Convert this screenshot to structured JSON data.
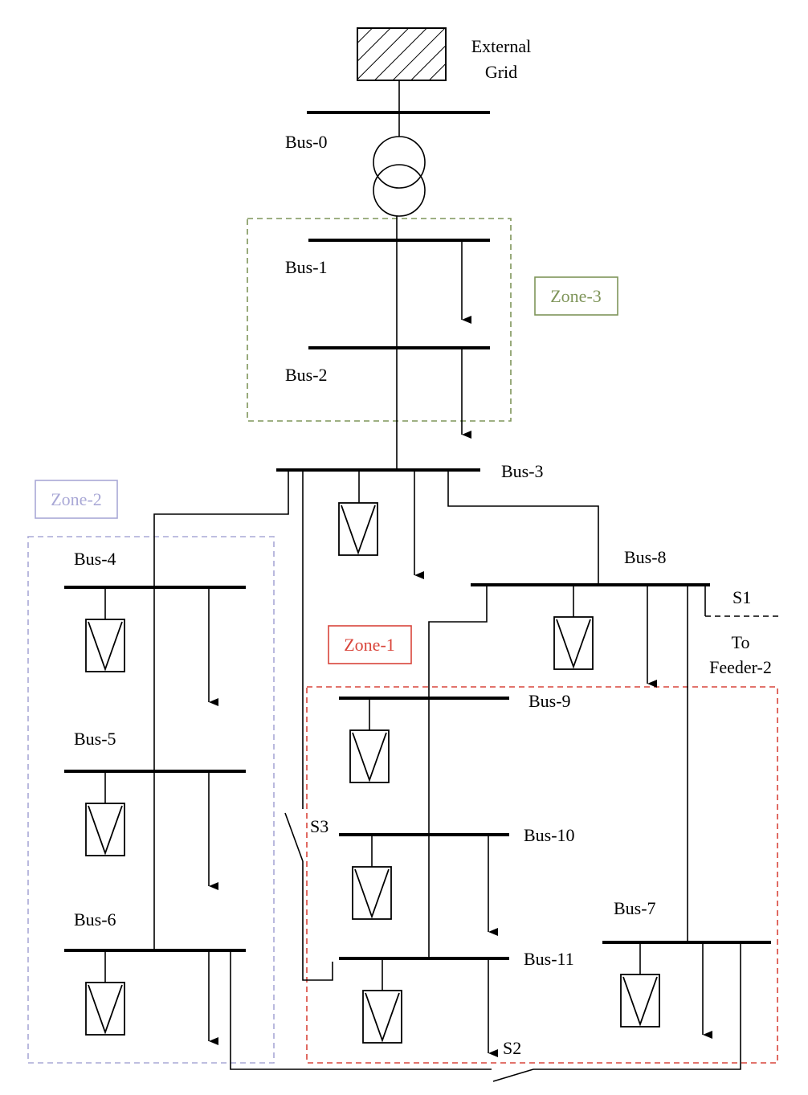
{
  "colors": {
    "zone1": "#d9453b",
    "zone2": "#a9a8d6",
    "zone3": "#7f955a",
    "line": "#000000"
  },
  "grid": {
    "line1": "External",
    "line2": "Grid",
    "icon": "hatched-box-icon"
  },
  "buses": {
    "b0": "Bus-0",
    "b1": "Bus-1",
    "b2": "Bus-2",
    "b3": "Bus-3",
    "b4": "Bus-4",
    "b5": "Bus-5",
    "b6": "Bus-6",
    "b7": "Bus-7",
    "b8": "Bus-8",
    "b9": "Bus-9",
    "b10": "Bus-10",
    "b11": "Bus-11"
  },
  "zones": {
    "z1": "Zone-1",
    "z2": "Zone-2",
    "z3": "Zone-3"
  },
  "switches": {
    "s1": "S1",
    "s2": "S2",
    "s3": "S3"
  },
  "feeder": {
    "line1": "To",
    "line2": "Feeder-2"
  },
  "icons": {
    "pv": "pv-panel-icon",
    "load": "load-arrow-icon",
    "transformer": "transformer-icon"
  }
}
